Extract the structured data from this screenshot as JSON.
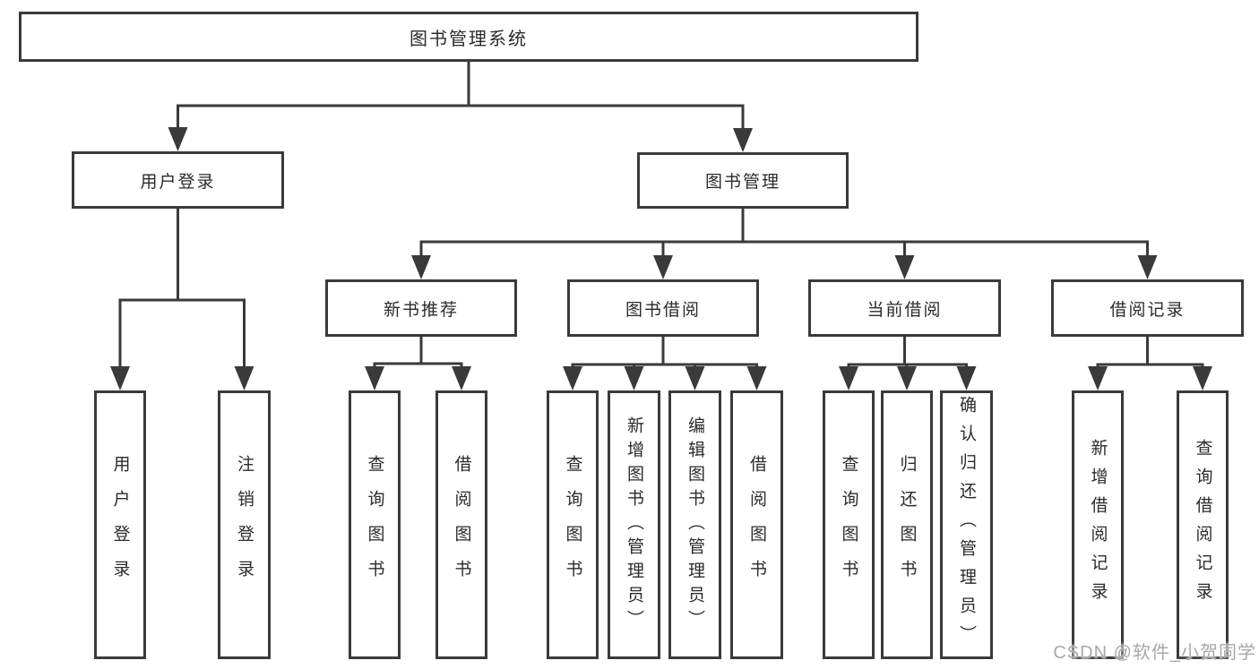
{
  "watermark": {
    "text": "CSDN @软件_小贺同学"
  },
  "colors": {
    "line": "#3a3a3a",
    "text": "#2b2b2b",
    "background": "#ffffff",
    "watermark": "#a8a8a8"
  },
  "tree": {
    "root": {
      "label": "图书管理系统"
    },
    "branches": [
      {
        "label": "用户登录",
        "children": [
          {
            "label": "用户登录"
          },
          {
            "label": "注销登录"
          }
        ]
      },
      {
        "label": "图书管理",
        "children": [
          {
            "label": "新书推荐",
            "children": [
              {
                "label": "查询图书"
              },
              {
                "label": "借阅图书"
              }
            ]
          },
          {
            "label": "图书借阅",
            "children": [
              {
                "label": "查询图书"
              },
              {
                "label": "新增图书（管理员）"
              },
              {
                "label": "编辑图书（管理员）"
              },
              {
                "label": "借阅图书"
              }
            ]
          },
          {
            "label": "当前借阅",
            "children": [
              {
                "label": "查询图书"
              },
              {
                "label": "归还图书"
              },
              {
                "label": "确认归还（管理员）"
              }
            ]
          },
          {
            "label": "借阅记录",
            "children": [
              {
                "label": "新增借阅记录"
              },
              {
                "label": "查询借阅记录"
              }
            ]
          }
        ]
      }
    ]
  }
}
